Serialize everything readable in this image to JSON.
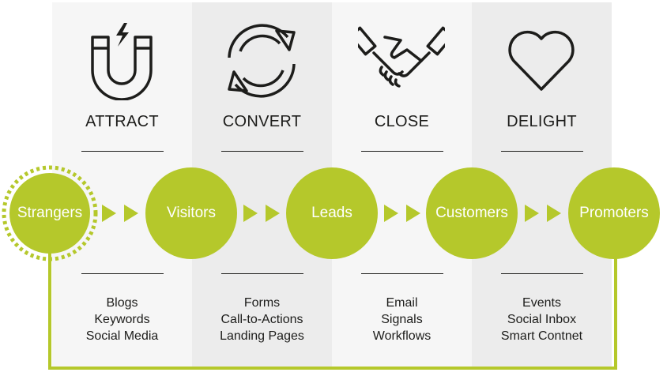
{
  "colors": {
    "accent": "#b5c82b",
    "text": "#1d1d1b",
    "col_light": "#f6f6f6",
    "col_dark": "#ececec"
  },
  "stages": [
    {
      "label": "ATTRACT",
      "icon": "magnet-icon",
      "tools": [
        "Blogs",
        "Keywords",
        "Social Media"
      ]
    },
    {
      "label": "CONVERT",
      "icon": "refresh-cycle-icon",
      "tools": [
        "Forms",
        "Call-to-Actions",
        "Landing Pages"
      ]
    },
    {
      "label": "CLOSE",
      "icon": "handshake-icon",
      "tools": [
        "Email",
        "Signals",
        "Workflows"
      ]
    },
    {
      "label": "DELIGHT",
      "icon": "heart-icon",
      "tools": [
        "Events",
        "Social Inbox",
        "Smart Contnet"
      ]
    }
  ],
  "nodes": [
    "Strangers",
    "Visitors",
    "Leads",
    "Customers",
    "Promoters"
  ]
}
